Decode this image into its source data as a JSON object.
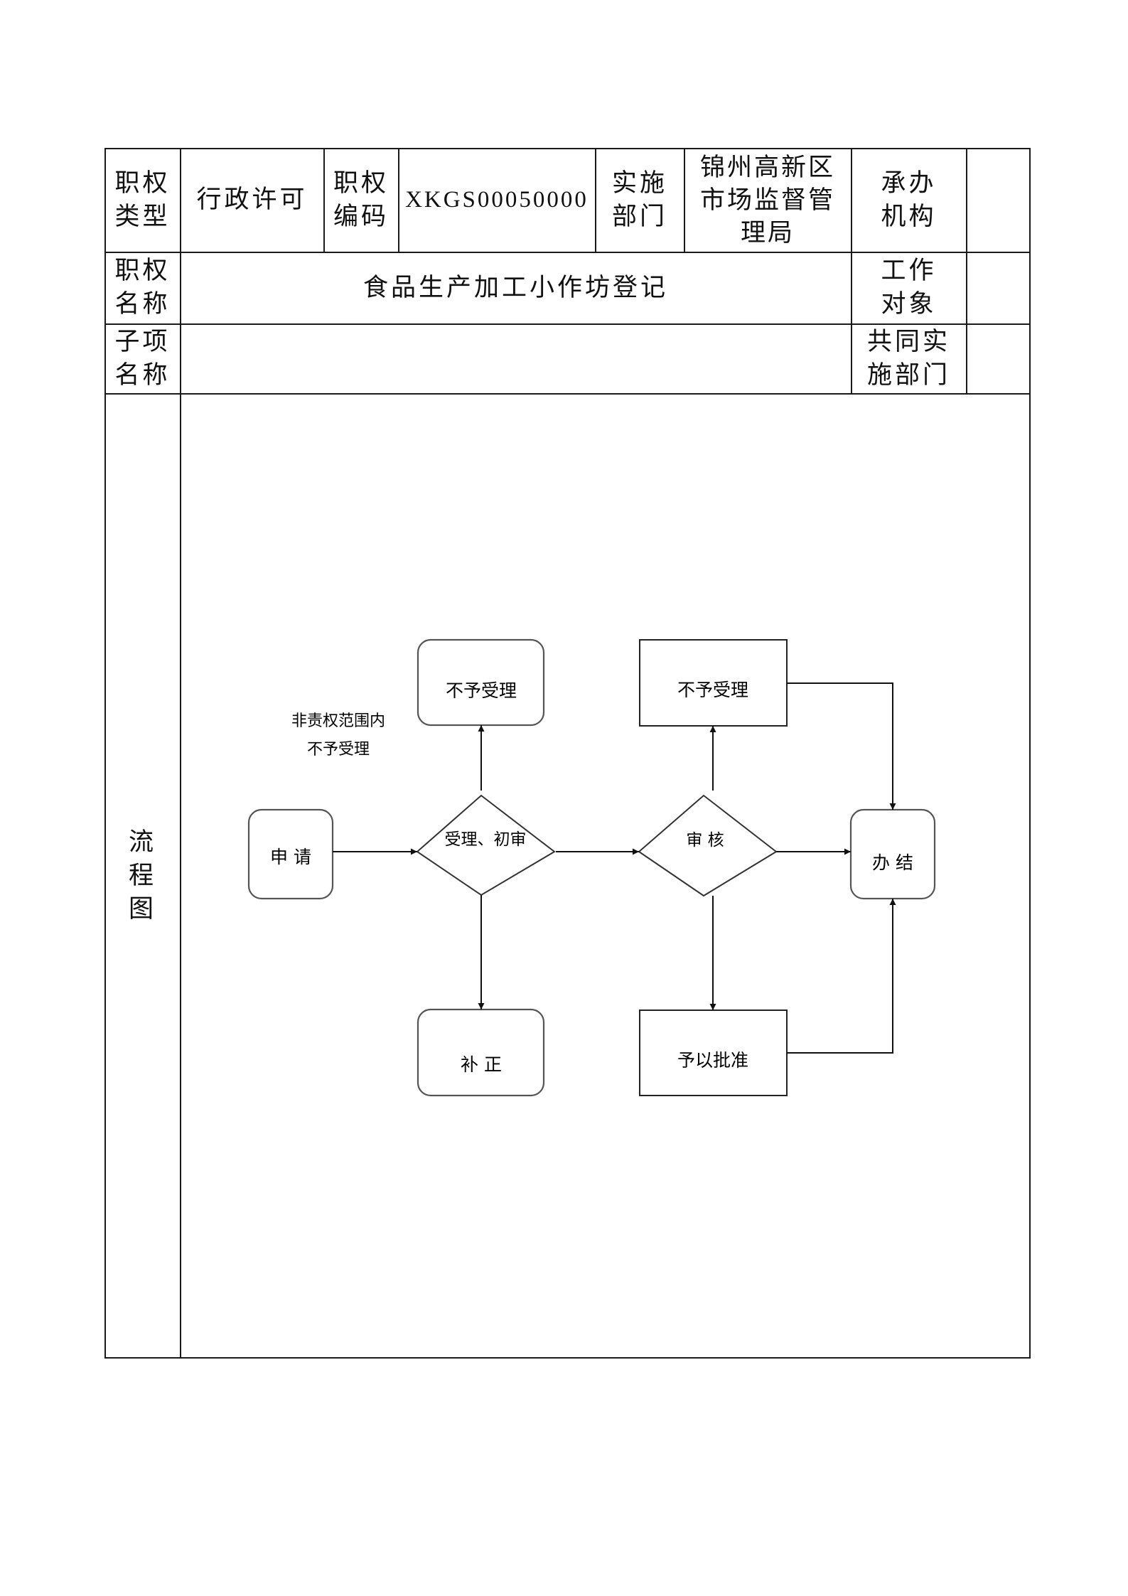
{
  "table": {
    "row1": {
      "type_label": "职权\n类型",
      "type_value": "行政许可",
      "code_label": "职权\n编码",
      "code_value": "XKGS00050000",
      "dept_label": "实施\n部门",
      "dept_value": "锦州高新区\n市场监督管\n理局",
      "org_label": "承办\n机构",
      "org_value": ""
    },
    "row2": {
      "name_label": "职权\n名称",
      "name_value": "食品生产加工小作坊登记",
      "target_label": "工作\n对象",
      "target_value": ""
    },
    "row3": {
      "sub_label": "子项\n名称",
      "sub_value": "",
      "co_label": "共同实\n施部门",
      "co_value": ""
    },
    "row4": {
      "flow_label": "流\n程\n图"
    }
  },
  "flowchart": {
    "nodes": {
      "apply": "申 请",
      "accept_review": "受理、初审",
      "reject_top_left": "不予受理",
      "supplement": "补 正",
      "audit": "审 核",
      "reject_top_right": "不予受理",
      "approve": "予以批准",
      "finish": "办 结"
    },
    "annotation_line1": "非责权范围内",
    "annotation_line2": "不予受理"
  }
}
